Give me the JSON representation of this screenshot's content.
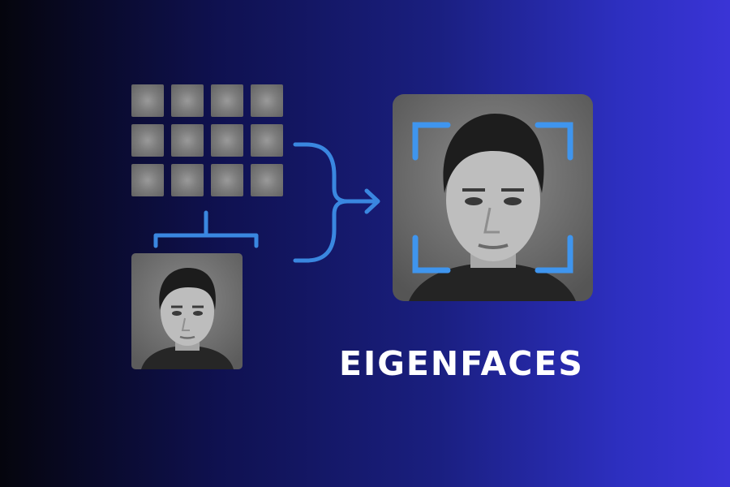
{
  "diagram": {
    "title": "EIGENFACES",
    "eigenface_count": 12,
    "colors": {
      "background_left": "#05050d",
      "background_right": "#3a34d6",
      "connector": "#3a87e0",
      "scan_brackets": "#3f95ee",
      "title": "#ffffff"
    },
    "icons": [
      "eigenface-thumbnail",
      "input-face-photo",
      "bracket-connector",
      "merge-arrow",
      "recognized-face-photo",
      "face-scan-frame"
    ]
  }
}
